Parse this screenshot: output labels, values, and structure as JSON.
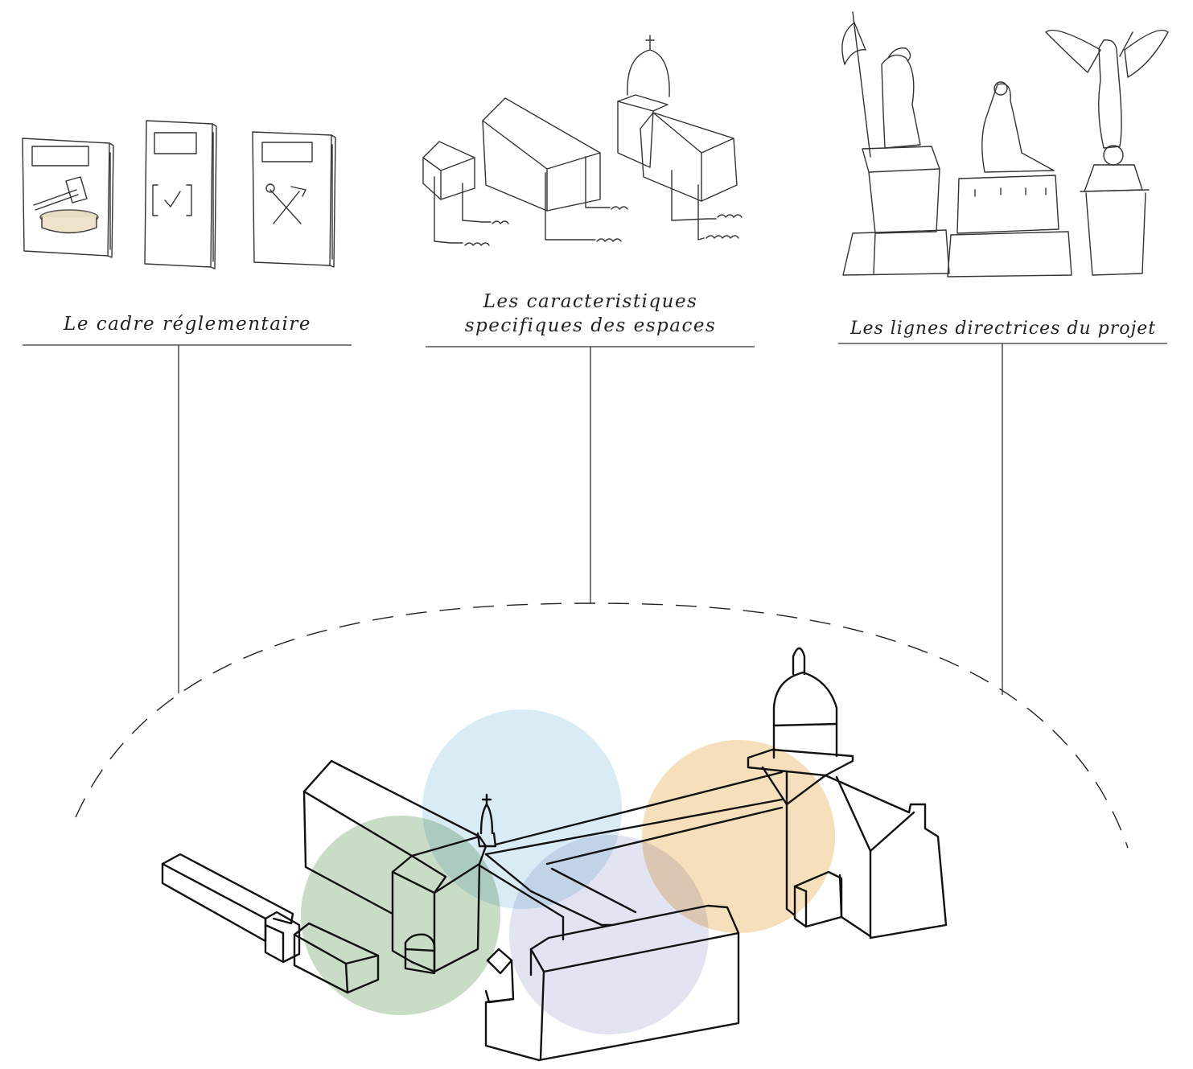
{
  "labels": {
    "reglementaire": "Le cadre réglementaire",
    "caracteristiques_line1": "Les caracteristiques",
    "caracteristiques_line2": "specifiques des espaces",
    "directrices": "Les lignes directrices du projet"
  },
  "zones": [
    {
      "name": "green-zone",
      "color": "#c9dcc6"
    },
    {
      "name": "blue-zone",
      "color": "#d9ecf5"
    },
    {
      "name": "lavender-zone",
      "color": "#e3e4f1"
    },
    {
      "name": "orange-zone",
      "color": "#f6dfbb"
    }
  ],
  "icons": [
    "law-book-icon",
    "checklist-book-icon",
    "tools-book-icon",
    "buildings-sketch-icon",
    "statues-sketch-icon"
  ]
}
